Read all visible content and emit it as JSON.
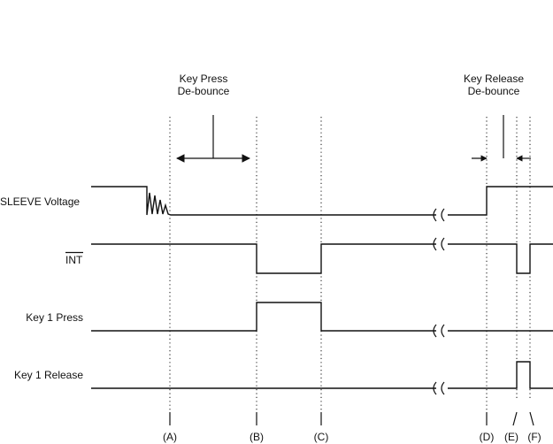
{
  "annotations": {
    "key_press_debounce": [
      "Key Press",
      "De-bounce"
    ],
    "key_release_debounce": [
      "Key Release",
      "De-bounce"
    ]
  },
  "signals": {
    "sleeve_voltage": "SLEEVE Voltage",
    "int": "INT",
    "key1_press": "Key 1 Press",
    "key1_release": "Key 1 Release"
  },
  "markers": [
    "(A)",
    "(B)",
    "(C)",
    "(D)",
    "(E)",
    "(F)"
  ],
  "style": {
    "line_color": "#111111",
    "background": "#ffffff"
  }
}
